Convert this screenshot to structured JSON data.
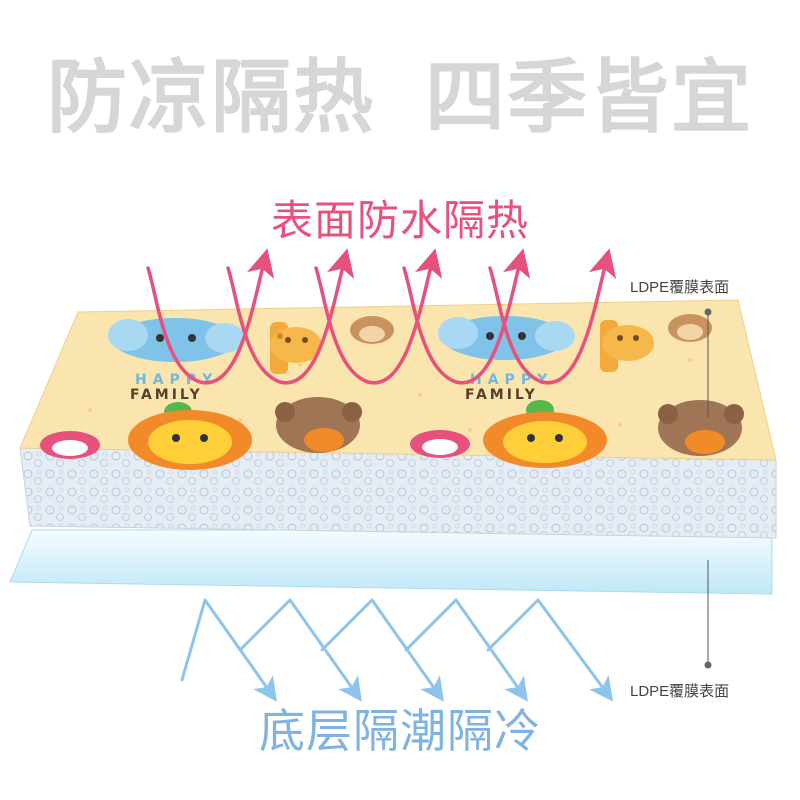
{
  "headline": {
    "left": "防凉隔热",
    "right": "四季皆宜"
  },
  "top_caption": "表面防水隔热",
  "bottom_caption": "底层隔潮隔冷",
  "labels": {
    "top": "LDPE覆膜表面",
    "bottom": "LDPE覆膜表面"
  },
  "mat_print_text": {
    "happy": "HAPPY",
    "family": "FAMILY"
  },
  "colors": {
    "headline": "#d6d6d6",
    "hot_arrows": "#e8507e",
    "cold_arrows": "#8cc4ec",
    "mat_surface": "#fbe6b0",
    "foam": "#dde6f0",
    "bottom_film": "#c8ecf8"
  },
  "icons": {
    "characters": [
      "elephant",
      "giraffe",
      "lion",
      "bear",
      "fox",
      "bird",
      "monkey"
    ]
  }
}
